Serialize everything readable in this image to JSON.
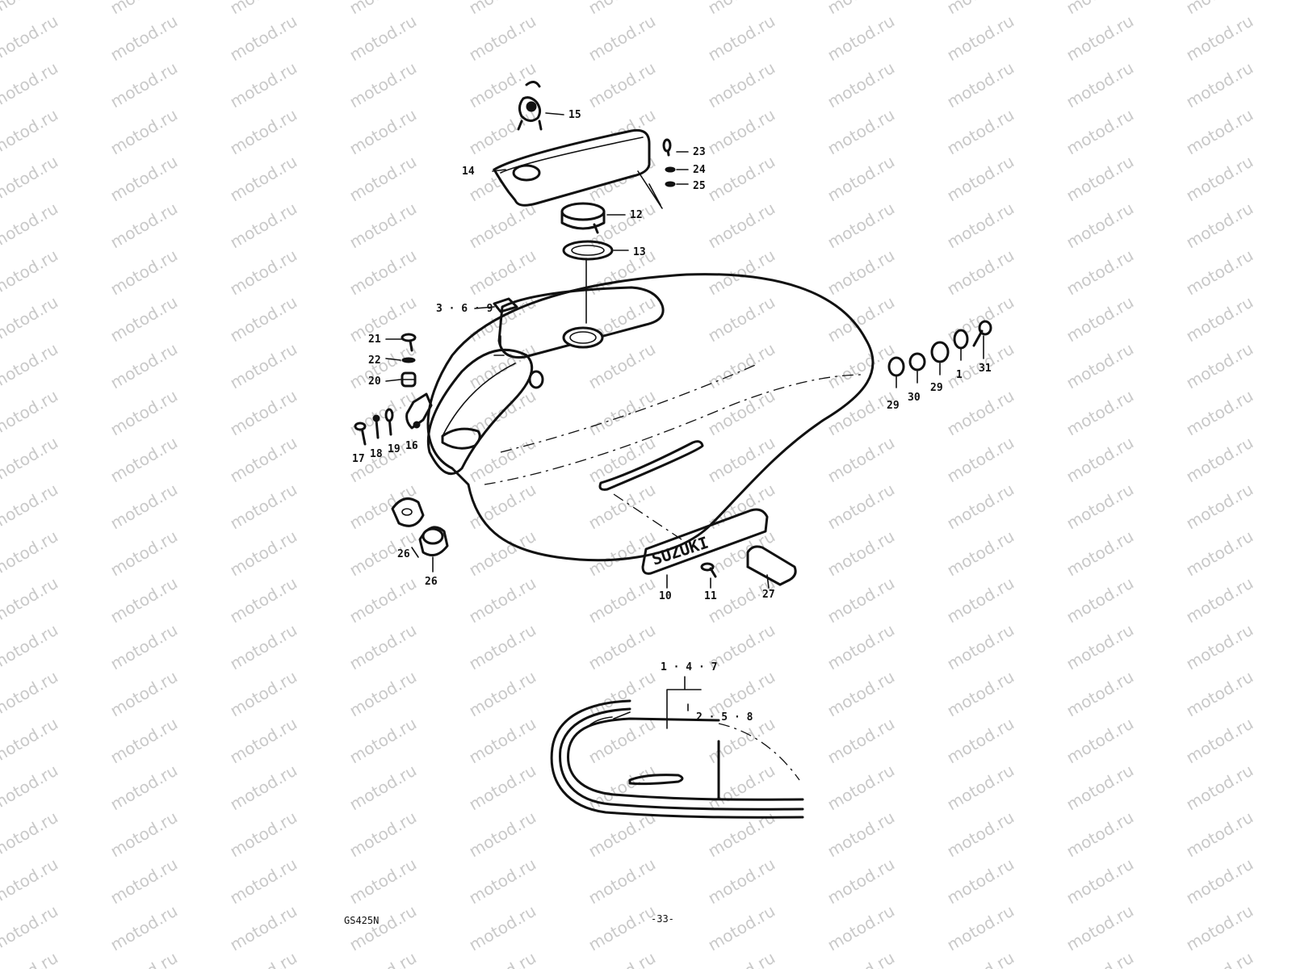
{
  "watermark": {
    "text": "motod.ru"
  },
  "callouts": {
    "c15": "15",
    "c14": "14",
    "c23": "23",
    "c24": "24",
    "c25": "25",
    "c12": "12",
    "c13": "13",
    "c3_6_9": "3 · 6 · 9",
    "c21": "21",
    "c22": "22",
    "c20": "20",
    "c17": "17",
    "c18": "18",
    "c19": "19",
    "c16": "16",
    "c26a": "26",
    "c26b": "26",
    "c10": "10",
    "c11": "11",
    "c27": "27",
    "c29a": "29",
    "c30": "30",
    "c29b": "29",
    "c1": "1",
    "c31": "31",
    "c1_4_7": "1 · 4 · 7",
    "c2_5_8": "2 · 5 · 8"
  },
  "footer": {
    "code": "GS425N",
    "page": "-33-"
  },
  "badge": {
    "text": "SUZUKI"
  }
}
